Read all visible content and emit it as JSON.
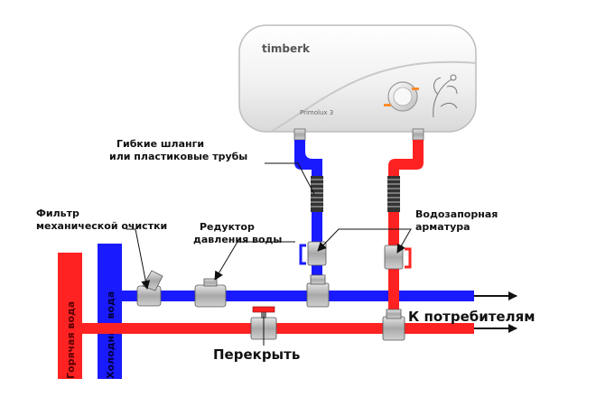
{
  "heater": {
    "brand": "timberk",
    "model": "Primolux 3"
  },
  "labels": {
    "hoses": [
      "Гибкие шланги",
      "или пластиковые трубы"
    ],
    "filter": [
      "Фильтр",
      "механической очистки"
    ],
    "reducer": [
      "Редуктор",
      "давления воды"
    ],
    "valves": [
      "Водозапорная",
      "арматура"
    ],
    "consumers": "К потребителям",
    "shutoff": "Перекрыть",
    "hot_riser": "Горячая вода",
    "cold_riser": "Холодная вода"
  },
  "colors": {
    "cold": "#1a1aff",
    "hot": "#ff2222",
    "fitting": "#bfbfbf",
    "bracket": "#1a1aff",
    "bracket_hot": "#ff2222",
    "heater_body": "#f4f4f4"
  }
}
